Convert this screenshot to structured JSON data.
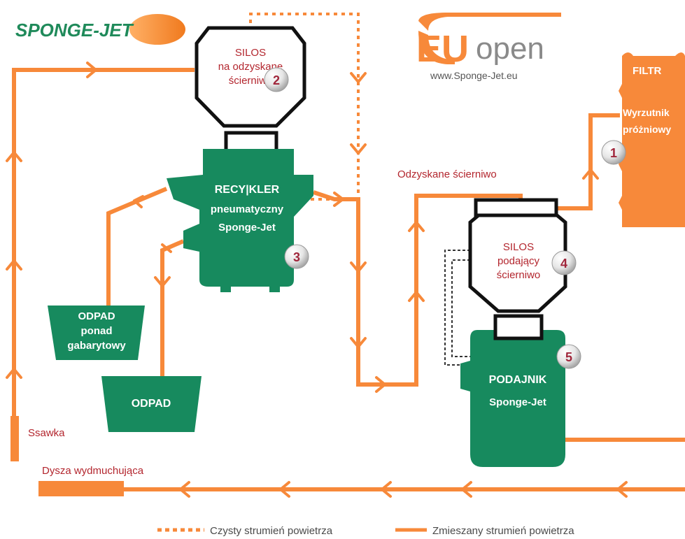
{
  "brand": {
    "logo_left": "SPONGE-JET",
    "logo_right_prefix": "EU",
    "logo_right_suffix": "open",
    "website": "www.Sponge-Jet.eu"
  },
  "components": {
    "silos2": {
      "line1": "SILOS",
      "line2": "na odzyskane",
      "line3": "ścierniwo",
      "number": "2"
    },
    "recykler": {
      "line1": "RECY|KLER",
      "line2": "pneumatyczny",
      "line3": "Sponge-Jet",
      "number": "3"
    },
    "odpad_ponad": {
      "line1": "ODPAD",
      "line2": "ponad",
      "line3": "gabarytowy"
    },
    "odpad": {
      "label": "ODPAD"
    },
    "silos4": {
      "line1": "SILOS",
      "line2": "podający",
      "line3": "ścierniwo",
      "number": "4"
    },
    "podajnik": {
      "line1": "PODAJNIK",
      "line2": "Sponge-Jet",
      "number": "5"
    },
    "filtr": {
      "title": "FILTR",
      "line1": "Wyrzutnik",
      "line2": "próżniowy",
      "number": "1"
    }
  },
  "labels": {
    "odzyskane": "Odzyskane ścierniwo",
    "ssawka": "Ssawka",
    "dysza": "Dysza wydmuchująca"
  },
  "legend": {
    "dotted": "Czysty strumień powietrza",
    "solid": "Zmieszany strumień powietrza"
  },
  "colors": {
    "orange": "#f7893a",
    "green": "#178a5e",
    "dark_green": "#0f6e49",
    "label_red": "#b3262e"
  }
}
